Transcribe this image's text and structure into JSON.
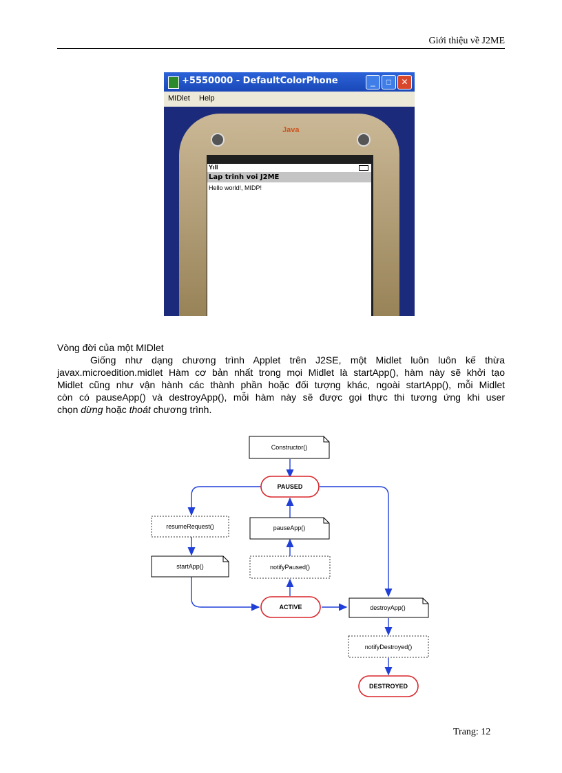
{
  "header": {
    "title": "Giới thiệu về J2ME"
  },
  "emulator": {
    "window_title": "+5550000 - DefaultColorPhone",
    "menu": [
      "MIDlet",
      "Help"
    ],
    "java_logo_text": "Java",
    "screen_title": "Lap trinh voi J2ME",
    "screen_message": "Hello world!, MIDP!"
  },
  "section": {
    "heading": "Vòng đời của một MIDlet",
    "line1": "Giống như dạng chương trình Applet trên J2SE, một Midlet luôn luôn kế thừa",
    "line2": "javax.microedition.midlet Hàm cơ bản nhất trong mọi Midlet là startApp(), hàm này sẽ khởi tạo",
    "line3": "Midlet cũng như vận hành các thành phần hoặc đối tượng khác, ngoài startApp(), mỗi Midlet",
    "line4": "còn có pauseApp() và destroyApp(), mỗi hàm này sẽ được gọi thực thi tương ứng khi user",
    "line5_pre": "chọn ",
    "line5_em1": "dừng",
    "line5_mid": " hoặc ",
    "line5_em2": "thoát",
    "line5_post": " chương trình."
  },
  "diagram": {
    "constructor": "Constructor()",
    "paused": "PAUSED",
    "resume_request": "resumeRequest()",
    "pause_app": "pauseApp()",
    "start_app": "startApp()",
    "notify_paused": "notifyPaused()",
    "active": "ACTIVE",
    "destroy_app": "destroyApp()",
    "notify_destroyed": "notifyDestroyed()",
    "destroyed": "DESTROYED",
    "colors": {
      "state_border": "#d9252a",
      "arrow": "#1f3fd8"
    }
  },
  "footer": {
    "page_label": "Trang:  12"
  }
}
